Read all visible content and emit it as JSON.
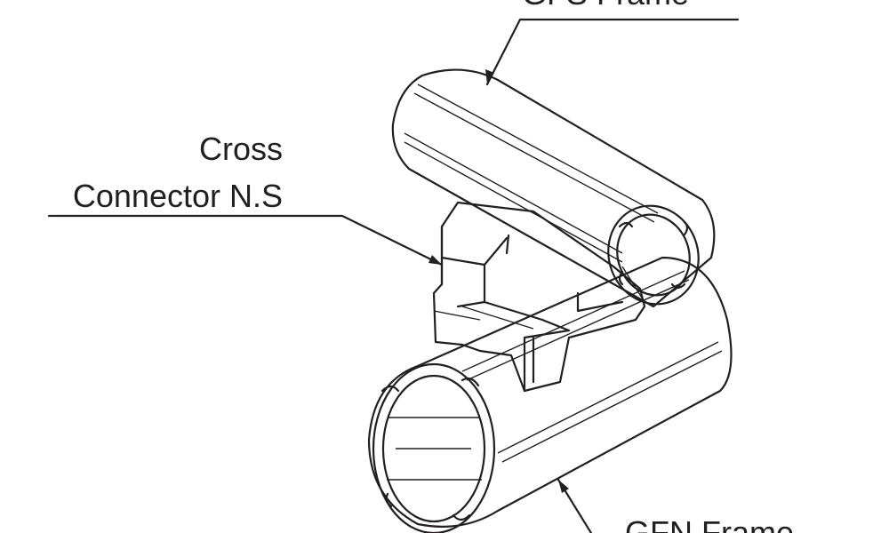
{
  "labels": {
    "top_frame": "GFS Frame",
    "connector_line1": "Cross",
    "connector_line2": "Connector N.S",
    "bottom_frame": "GFN Frame"
  },
  "colors": {
    "connector_fill": "#f2d4e0",
    "line": "#231f20"
  }
}
